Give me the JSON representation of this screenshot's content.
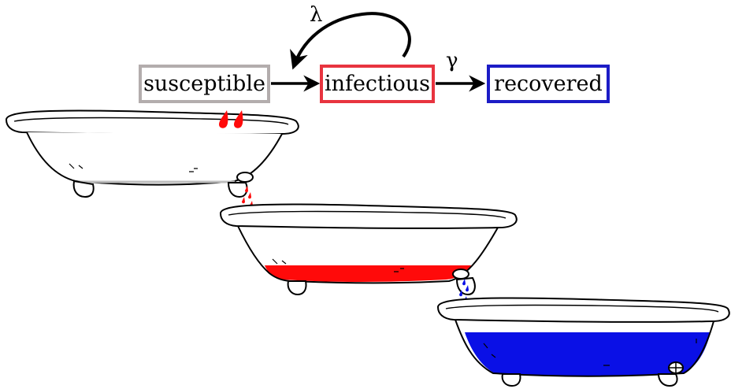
{
  "flow": {
    "states": [
      {
        "key": "susceptible",
        "label": "susceptible",
        "color": "#b3adad"
      },
      {
        "key": "infectious",
        "label": "infectious",
        "color": "#e8343f"
      },
      {
        "key": "recovered",
        "label": "recovered",
        "color": "#1c1cc6"
      }
    ],
    "rates": {
      "infection": "λ",
      "recovery": "γ"
    }
  },
  "tubs": [
    {
      "state": "susceptible",
      "water": "none",
      "drops_above": "red",
      "drops_below": "red"
    },
    {
      "state": "infectious",
      "water": "red",
      "drops_above": "red",
      "drops_below": "blue"
    },
    {
      "state": "recovered",
      "water": "blue",
      "drops_above": "blue"
    }
  ],
  "colors": {
    "infectious_water": "#ff0a0a",
    "recovered_water": "#0a10e6",
    "outline": "#000000",
    "tub_shadow": "#cfcfcf"
  }
}
